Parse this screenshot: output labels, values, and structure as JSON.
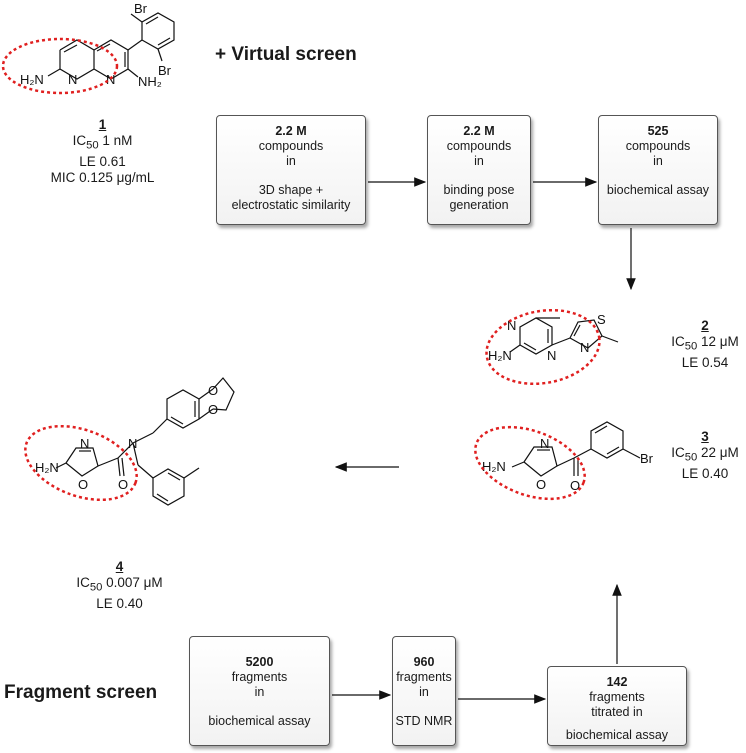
{
  "virtual_screen": {
    "heading": "+ Virtual screen",
    "steps": [
      {
        "head": "2.2 M",
        "lines": [
          "compounds",
          "in",
          "",
          "3D shape +",
          "electrostatic similarity"
        ]
      },
      {
        "head": "2.2 M",
        "lines": [
          "compounds",
          "in",
          "",
          "binding pose",
          "generation"
        ]
      },
      {
        "head": "525",
        "lines": [
          "compounds",
          "in",
          "",
          "biochemical assay"
        ]
      }
    ]
  },
  "fragment_screen": {
    "heading": "Fragment screen",
    "steps": [
      {
        "head": "5200",
        "lines": [
          "fragments",
          "in",
          "",
          "biochemical assay"
        ]
      },
      {
        "head": "960",
        "lines": [
          "fragments",
          "in",
          "",
          "STD NMR"
        ]
      },
      {
        "head": "142",
        "lines": [
          "fragments",
          "titrated in",
          "",
          "biochemical assay"
        ]
      }
    ]
  },
  "compounds": {
    "c1": {
      "num": "1",
      "ic50": "1 nM",
      "le": "LE 0.61",
      "mic": "MIC 0.125 μg/mL"
    },
    "c2": {
      "num": "2",
      "ic50": "12 μM",
      "le": "LE 0.54"
    },
    "c3": {
      "num": "3",
      "ic50": "22 μM",
      "le": "LE 0.40"
    },
    "c4": {
      "num": "4",
      "ic50": "0.007 μM",
      "le": "LE 0.40"
    }
  },
  "ic50_label": "IC",
  "ic50_sub": "50",
  "atoms": {
    "br": "Br",
    "h2n": "H₂N",
    "nh2": "NH₂",
    "n": "N",
    "s": "S",
    "o": "O"
  }
}
